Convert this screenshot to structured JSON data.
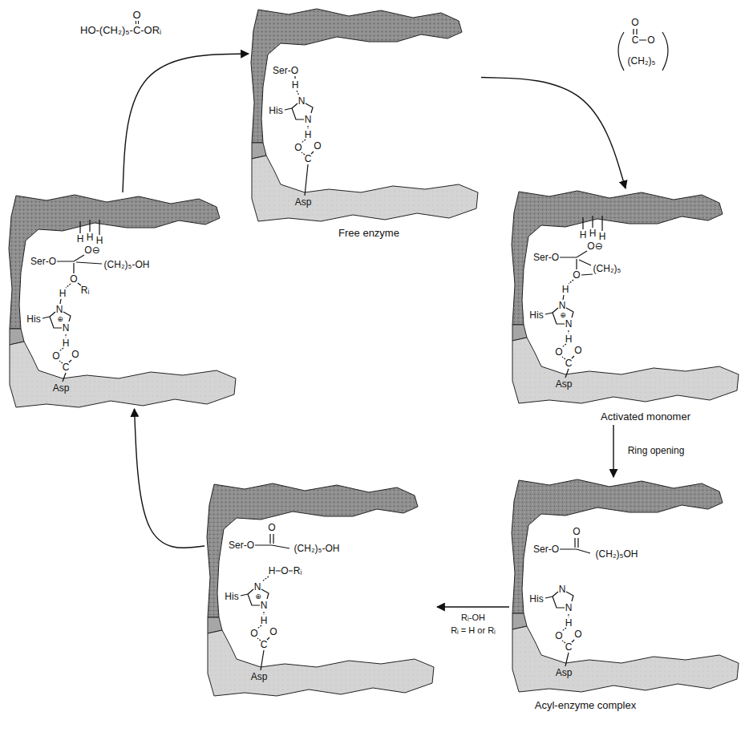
{
  "diagram": {
    "nodes": [
      {
        "text": [
          "Free enzyme",
          "Ser-O",
          "H",
          "N",
          "His",
          "N",
          "H",
          "O",
          "C",
          "O",
          "Asp"
        ]
      },
      {
        "text": [
          "Activated monomer",
          "H",
          "H",
          "H",
          "Ser-O",
          "O⊖",
          "O",
          "(CH₂)₅",
          "H",
          "N",
          "⊕",
          "His",
          "N",
          "H",
          "O",
          "C",
          "O",
          "Asp"
        ]
      },
      {
        "text": [
          "Acyl-enzyme complex",
          "Ser-O",
          "O",
          "(CH₂)₅OH",
          "N",
          "His",
          "N",
          "H",
          "O",
          "C",
          "O",
          "Asp"
        ]
      },
      {
        "text": [
          "Ser-O",
          "O",
          "(CH₂)₅-OH",
          "H",
          "O",
          "Rᵢ",
          "N",
          "⊕",
          "His",
          "N",
          "H",
          "O",
          "C",
          "O",
          "Asp"
        ]
      },
      {
        "text": [
          "H",
          "H",
          "H",
          "Ser-O",
          "O⊖",
          "(CH₂)₅-OH",
          "O",
          "Rᵢ",
          "H",
          "N",
          "⊕",
          "His",
          "N",
          "H",
          "O",
          "C",
          "O",
          "Asp"
        ]
      }
    ],
    "edges": [
      {
        "from": 0,
        "to": 1,
        "arrow": "to"
      },
      {
        "from": 1,
        "to": 2,
        "label": "Ring opening",
        "arrow": "to"
      },
      {
        "from": 2,
        "to": 3,
        "label": "Rᵢ-OH",
        "arrow": "to"
      },
      {
        "from": 3,
        "to": 4,
        "arrow": "to"
      },
      {
        "from": 4,
        "to": 0,
        "arrow": "to"
      }
    ],
    "labels": [
      "O",
      "C",
      "O",
      "(CH₂)₅",
      "HO-(CH₂)₅-",
      "C",
      "-ORᵢ",
      "O",
      "Rᵢ = H or Rᵢ"
    ]
  }
}
